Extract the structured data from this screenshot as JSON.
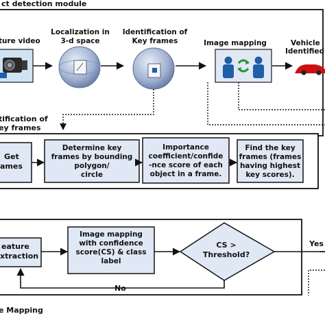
{
  "header": {
    "title": "ct detection module"
  },
  "top_flow": {
    "capture": "ture video",
    "localization": [
      "Localization in",
      "3-d space"
    ],
    "identification": [
      "Identification of",
      "Key frames"
    ],
    "image_mapping": "Image mapping",
    "vehicle": [
      "Vehicle",
      "Identified"
    ]
  },
  "key_frames_section": {
    "label": [
      "tification of",
      "ey frames"
    ],
    "boxes": [
      [
        "Get",
        "ames"
      ],
      [
        "Determine key",
        "frames by bounding",
        "polygon/",
        "circle"
      ],
      [
        "Importance",
        "coefficient/confide",
        "-nce score of each",
        "object in a frame."
      ],
      [
        "Find the key",
        "frames (frames",
        "having highest",
        "key scores)."
      ]
    ]
  },
  "image_mapping_section": {
    "feature": [
      "eature",
      "xtraction"
    ],
    "mapping": [
      "Image mapping",
      "with confidence",
      "score(CS) & class",
      "label"
    ],
    "decision": [
      "CS >",
      "Threshold?"
    ],
    "yes": "Yes",
    "no": "No",
    "footer": "e Mapping"
  },
  "colors": {
    "box_fill": "#dfe8f4",
    "frame_fill": "#ffffff",
    "stroke": "#1a1a1a",
    "arrow_red": "#cc1111",
    "arrow_green": "#1f9a2a"
  }
}
